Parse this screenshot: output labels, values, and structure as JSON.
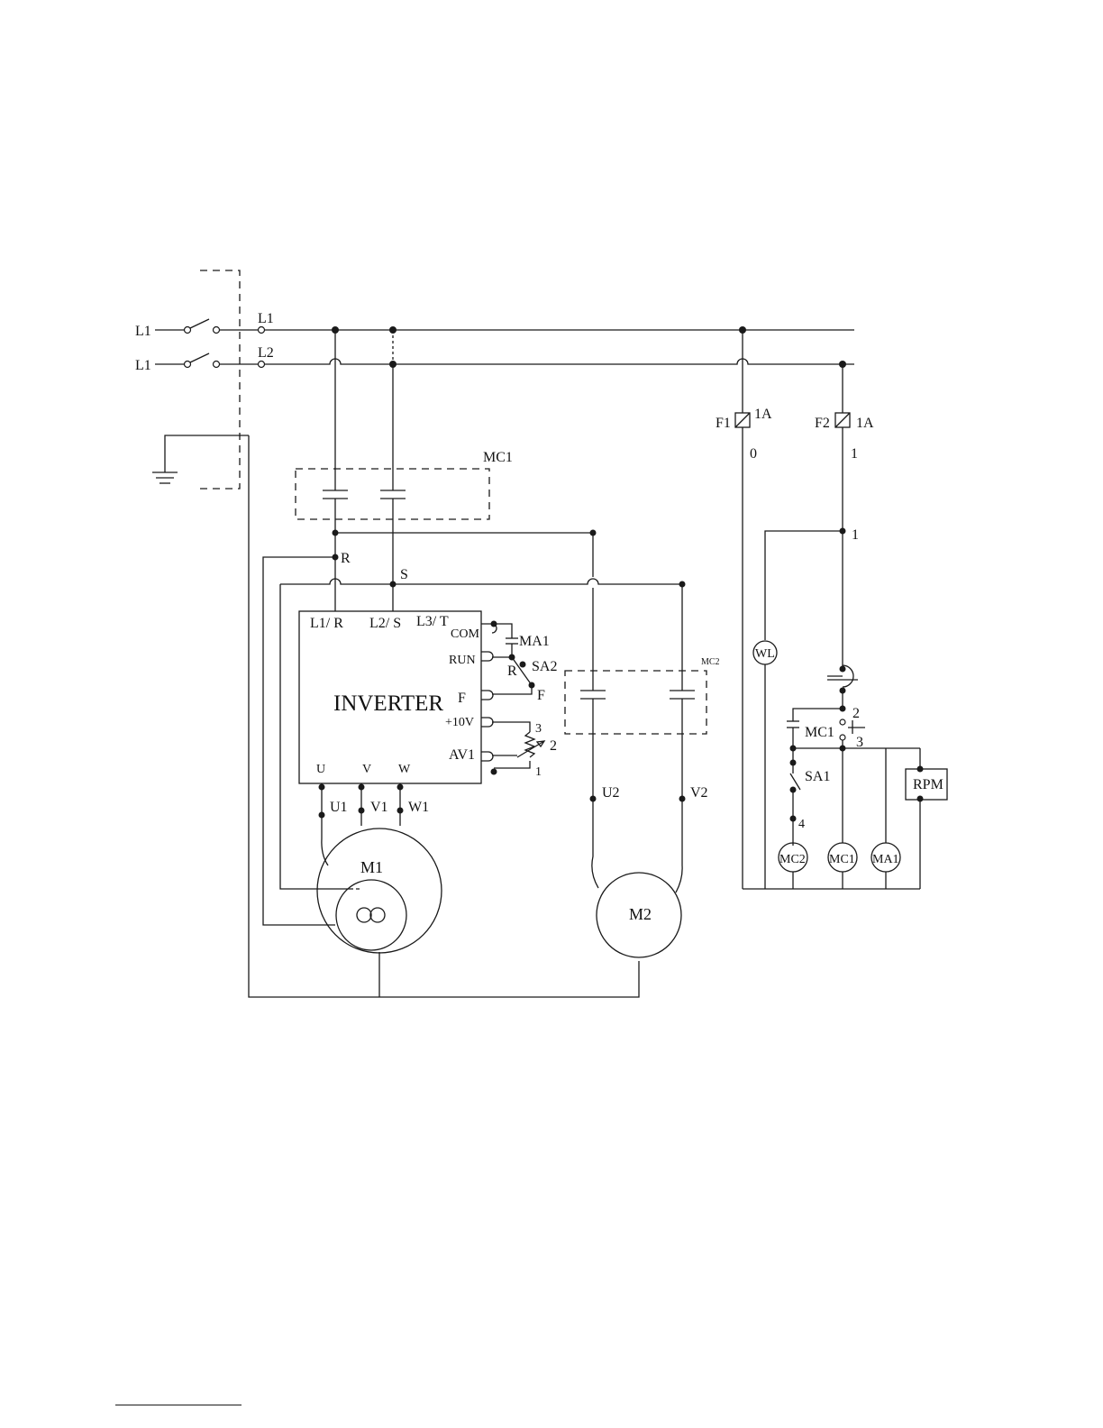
{
  "labels": {
    "supply_left_1": "L1",
    "supply_left_2": "L1",
    "bus_1": "L1",
    "bus_2": "L2",
    "mc1": "MC1",
    "mc2": "MC2",
    "r_node": "R",
    "s_node": "S",
    "inv_l1": "L1/ R",
    "inv_l2": "L2/ S",
    "inv_l3": "L3/ T",
    "inv_com": "COM",
    "inv_run": "RUN",
    "inv_f": "F",
    "inv_10v": "+10V",
    "inv_av1": "AV1",
    "inverter": "INVERTER",
    "inv_u": "U",
    "inv_v": "V",
    "inv_w": "W",
    "ma1_contact": "MA1",
    "sa2": "SA2",
    "sa2_r": "R",
    "sa2_f": "F",
    "pot_3": "3",
    "pot_2": "2",
    "pot_1": "1",
    "u1": "U1",
    "v1": "V1",
    "w1": "W1",
    "motor1": "M1",
    "u2": "U2",
    "v2": "V2",
    "motor2": "M2",
    "f1": "F1",
    "f1_rating": "1A",
    "f2": "F2",
    "f2_rating": "1A",
    "wire_0": "0",
    "wire_1a": "1",
    "wire_1b": "1",
    "wl": "WL",
    "node_2": "2",
    "mc1_aux": "MC1",
    "node_3": "3",
    "sa1": "SA1",
    "node_4": "4",
    "coil_mc2": "MC2",
    "coil_mc1": "MC1",
    "coil_ma1": "MA1",
    "rpm": "RPM"
  }
}
